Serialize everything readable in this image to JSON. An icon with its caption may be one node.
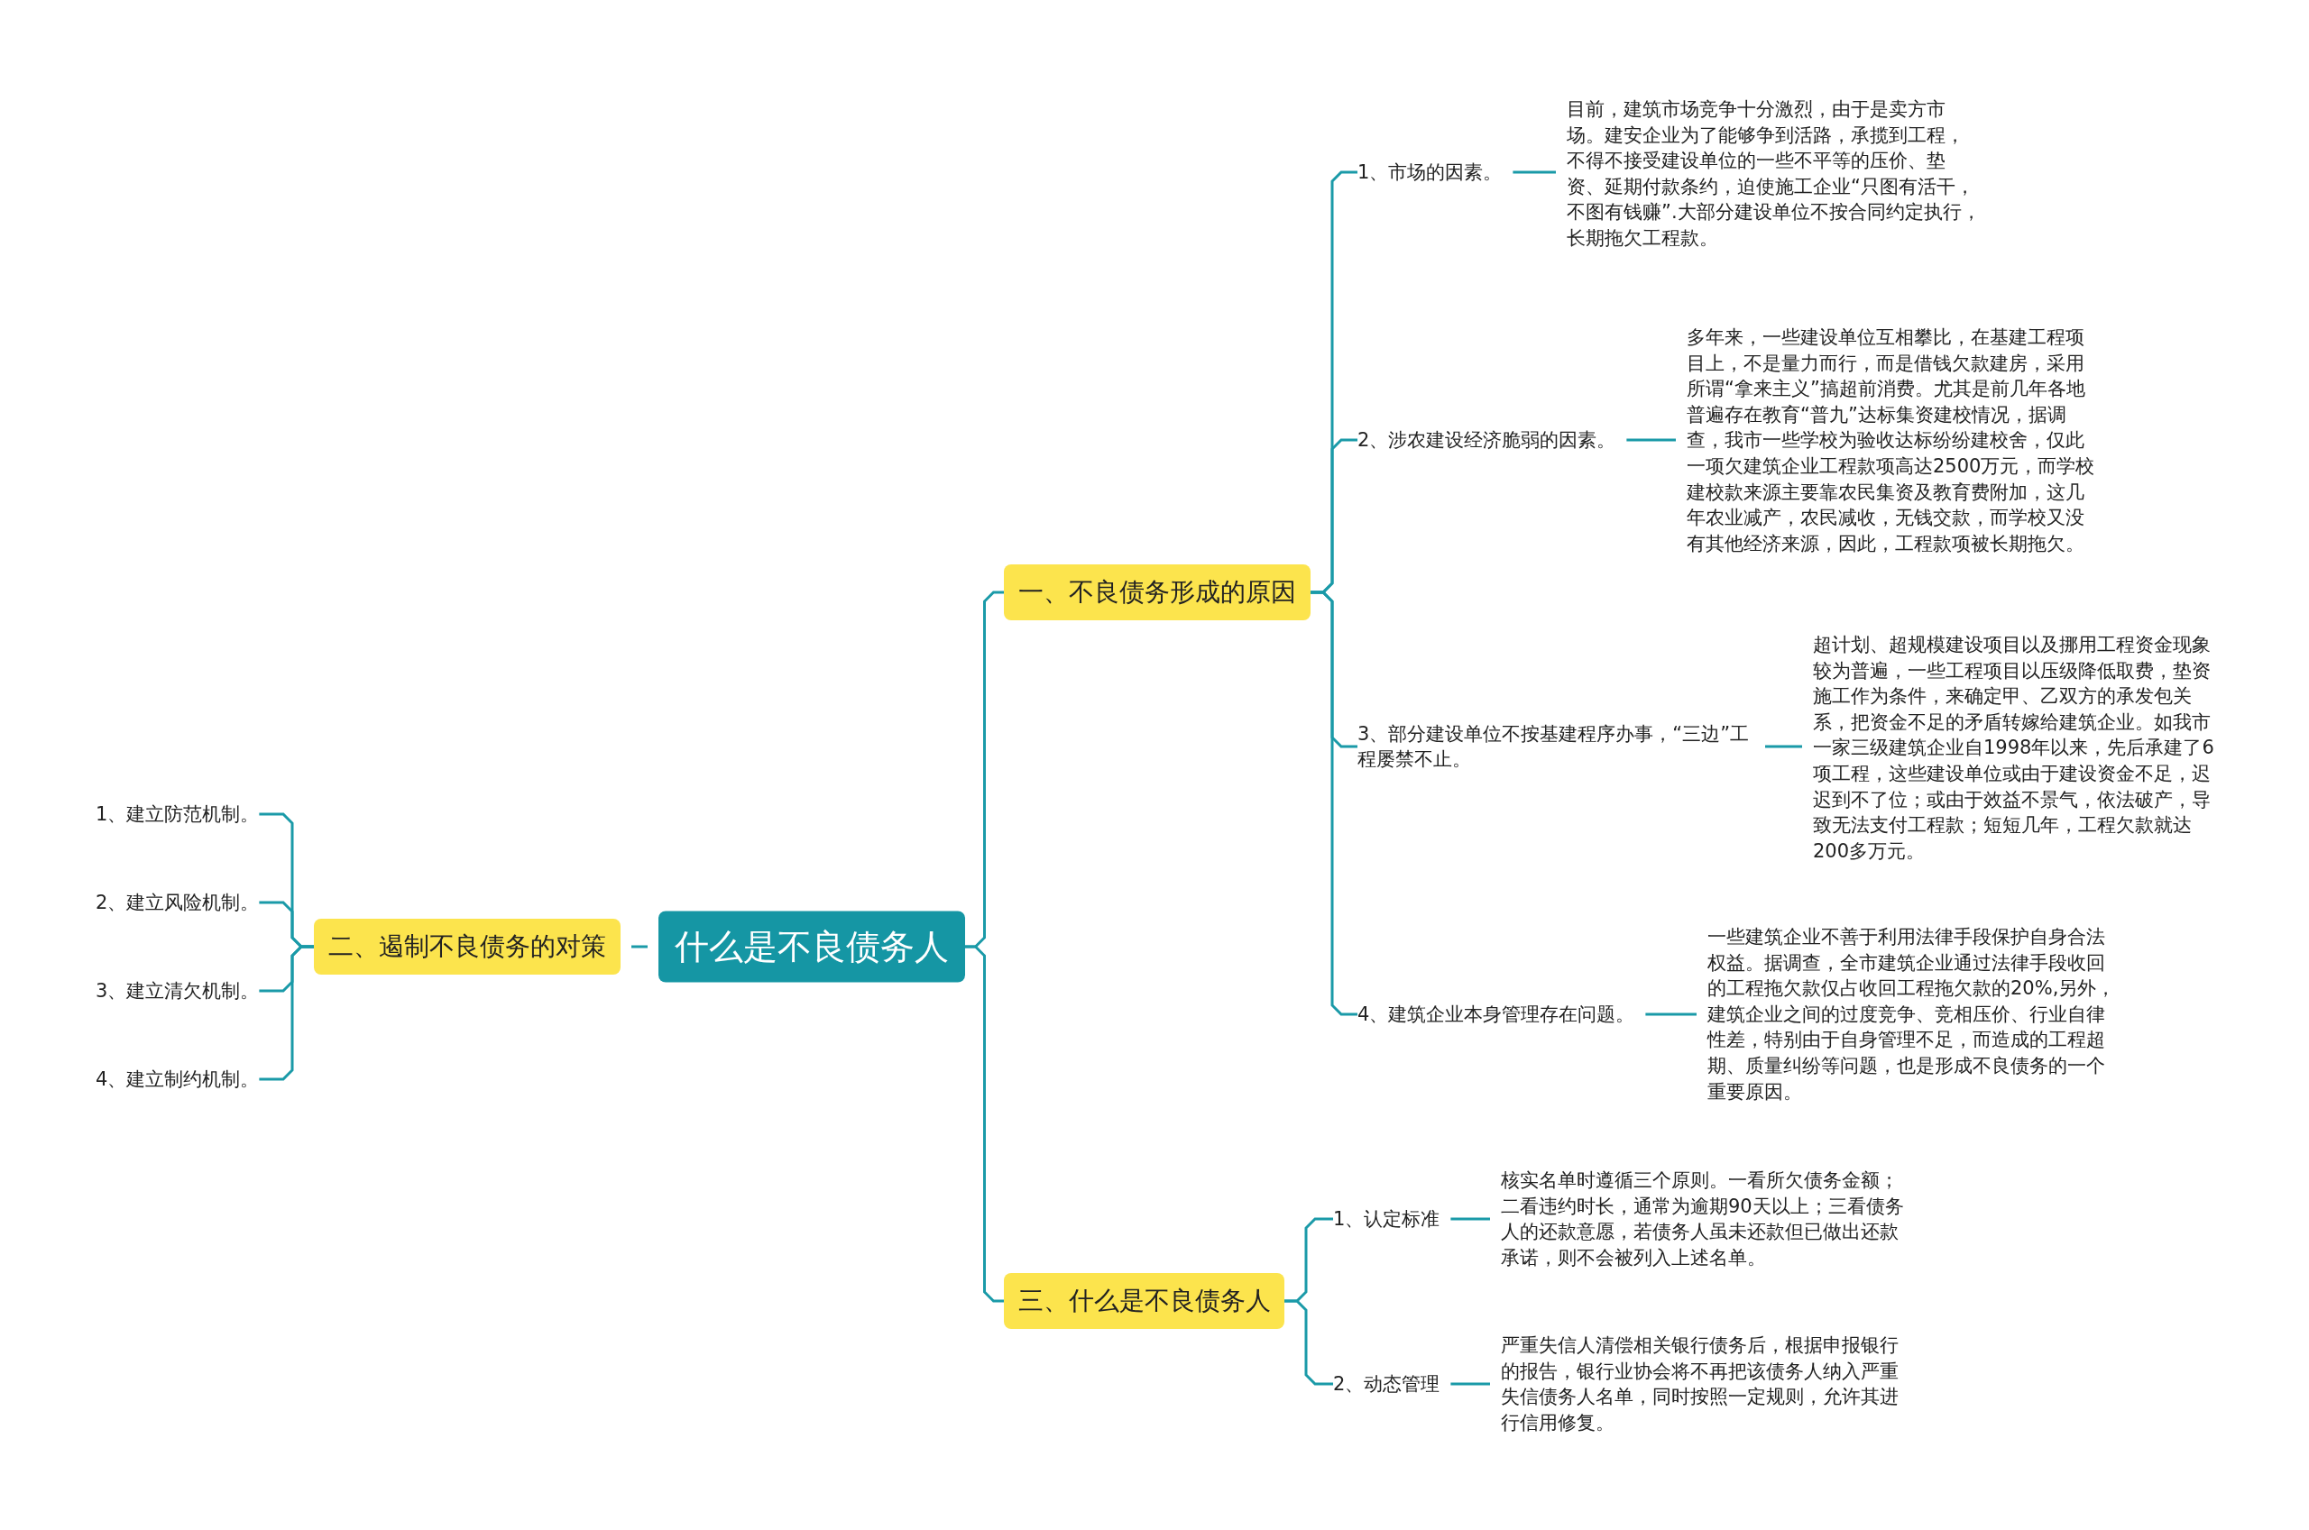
{
  "diagram": {
    "nodes": [
      {
        "text": [
          "什么是不良债务人"
        ]
      },
      {
        "text": [
          "一、不良债务形成的原因"
        ]
      },
      {
        "text": [
          "1、市场的因素。"
        ]
      },
      {
        "text": [
          "目前，建筑市场竞争十分激烈，由于是卖方市场。建安企业为了能够争到活路，承揽到工程，不得不接受建设单位的一些不平等的压价、垫资、延期付款条约，迫使施工企业“只图有活干，不图有钱赚”.大部分建设单位不按合同约定执行，长期拖欠工程款。"
        ]
      },
      {
        "text": [
          "2、涉农建设经济脆弱的因素。"
        ]
      },
      {
        "text": [
          "多年来，一些建设单位互相攀比，在基建工程项目上，不是量力而行，而是借钱欠款建房，采用所谓“拿来主义”搞超前消费。尤其是前几年各地普遍存在教育“普九”达标集资建校情况，据调查，我市一些学校为验收达标纷纷建校舍，仅此一项欠建筑企业工程款项高达2500万元，而学校建校款来源主要靠农民集资及教育费附加，这几年农业减产，农民减收，无钱交款，而学校又没有其他经济来源，因此，工程款项被长期拖欠。"
        ]
      },
      {
        "text": [
          "3、部分建设单位不按基建程序办事，“三边”工程屡禁不止。"
        ]
      },
      {
        "text": [
          "超计划、超规模建设项目以及挪用工程资金现象较为普遍，一些工程项目以压级降低取费，垫资施工作为条件，来确定甲、乙双方的承发包关系，把资金不足的矛盾转嫁给建筑企业。如我市一家三级建筑企业自1998年以来，先后承建了6项工程，这些建设单位或由于建设资金不足，迟迟到不了位；或由于效益不景气，依法破产，导致无法支付工程款；短短几年，工程欠款就达200多万元。"
        ]
      },
      {
        "text": [
          "4、建筑企业本身管理存在问题。"
        ]
      },
      {
        "text": [
          "一些建筑企业不善于利用法律手段保护自身合法权益。据调查，全市建筑企业通过法律手段收回的工程拖欠款仅占收回工程拖欠款的20%,另外，建筑企业之间的过度竞争、竞相压价、行业自律性差，特别由于自身管理不足，而造成的工程超期、质量纠纷等问题，也是形成不良债务的一个重要原因。"
        ]
      },
      {
        "text": [
          "二、遏制不良债务的对策"
        ]
      },
      {
        "text": [
          "1、建立防范机制。"
        ]
      },
      {
        "text": [
          "2、建立风险机制。"
        ]
      },
      {
        "text": [
          "3、建立清欠机制。"
        ]
      },
      {
        "text": [
          "4、建立制约机制。"
        ]
      },
      {
        "text": [
          "三、什么是不良债务人"
        ]
      },
      {
        "text": [
          "1、认定标准"
        ]
      },
      {
        "text": [
          "核实名单时遵循三个原则。一看所欠债务金额；二看违约时长，通常为逾期90天以上；三看债务人的还款意愿，若债务人虽未还款但已做出还款承诺，则不会被列入上述名单。"
        ]
      },
      {
        "text": [
          "2、动态管理"
        ]
      },
      {
        "text": [
          "严重失信人清偿相关银行债务后，根据申报银行的报告，银行业协会将不再把该债务人纳入严重失信债务人名单，同时按照一定规则，允许其进行信用修复。"
        ]
      }
    ],
    "edges": [
      {
        "from": 0,
        "to": 1,
        "arrow": "none"
      },
      {
        "from": 1,
        "to": 2,
        "arrow": "none"
      },
      {
        "from": 2,
        "to": 3,
        "arrow": "none"
      },
      {
        "from": 1,
        "to": 4,
        "arrow": "none"
      },
      {
        "from": 4,
        "to": 5,
        "arrow": "none"
      },
      {
        "from": 1,
        "to": 6,
        "arrow": "none"
      },
      {
        "from": 6,
        "to": 7,
        "arrow": "none"
      },
      {
        "from": 1,
        "to": 8,
        "arrow": "none"
      },
      {
        "from": 8,
        "to": 9,
        "arrow": "none"
      },
      {
        "from": 0,
        "to": 10,
        "arrow": "none"
      },
      {
        "from": 10,
        "to": 11,
        "arrow": "none"
      },
      {
        "from": 10,
        "to": 12,
        "arrow": "none"
      },
      {
        "from": 10,
        "to": 13,
        "arrow": "none"
      },
      {
        "from": 10,
        "to": 14,
        "arrow": "none"
      },
      {
        "from": 0,
        "to": 15,
        "arrow": "none"
      },
      {
        "from": 15,
        "to": 16,
        "arrow": "none"
      },
      {
        "from": 16,
        "to": 17,
        "arrow": "none"
      },
      {
        "from": 15,
        "to": 18,
        "arrow": "none"
      },
      {
        "from": 18,
        "to": 19,
        "arrow": "none"
      }
    ]
  }
}
